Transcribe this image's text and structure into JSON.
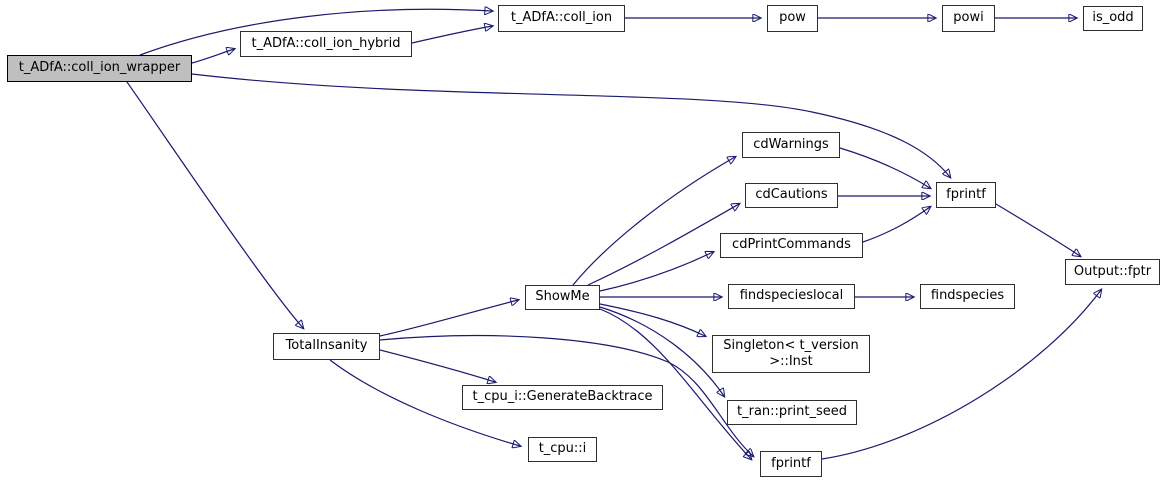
{
  "diagram": {
    "type": "call-graph",
    "edge_color": "#191970",
    "node_fill": "#ffffff",
    "node_border_color": "#2f2f2f",
    "highlight_fill": "#bfbfbf",
    "nodes": [
      {
        "id": "coll-ion-wrapper",
        "label": "t_ADfA::coll_ion_wrapper",
        "highlighted": true
      },
      {
        "id": "coll-ion-hybrid",
        "label": "t_ADfA::coll_ion_hybrid",
        "highlighted": false
      },
      {
        "id": "coll-ion",
        "label": "t_ADfA::coll_ion",
        "highlighted": false
      },
      {
        "id": "pow",
        "label": "pow",
        "highlighted": false
      },
      {
        "id": "powi",
        "label": "powi",
        "highlighted": false
      },
      {
        "id": "is-odd",
        "label": "is_odd",
        "highlighted": false
      },
      {
        "id": "cd-warnings",
        "label": "cdWarnings",
        "highlighted": false
      },
      {
        "id": "cd-cautions",
        "label": "cdCautions",
        "highlighted": false
      },
      {
        "id": "cd-print-commands",
        "label": "cdPrintCommands",
        "highlighted": false
      },
      {
        "id": "findspecieslocal",
        "label": "findspecieslocal",
        "highlighted": false
      },
      {
        "id": "findspecies",
        "label": "findspecies",
        "highlighted": false
      },
      {
        "id": "show-me",
        "label": "ShowMe",
        "highlighted": false
      },
      {
        "id": "singleton-inst",
        "label": "Singleton< t_version >::Inst",
        "highlighted": false
      },
      {
        "id": "print-seed",
        "label": "t_ran::print_seed",
        "highlighted": false
      },
      {
        "id": "fprintf-top",
        "label": "fprintf",
        "highlighted": false
      },
      {
        "id": "fprintf-bottom",
        "label": "fprintf",
        "highlighted": false
      },
      {
        "id": "output-fptr",
        "label": "Output::fptr",
        "highlighted": false
      },
      {
        "id": "total-insanity",
        "label": "TotalInsanity",
        "highlighted": false
      },
      {
        "id": "generate-backtrace",
        "label": "t_cpu_i::GenerateBacktrace",
        "highlighted": false
      },
      {
        "id": "t-cpu-i",
        "label": "t_cpu::i",
        "highlighted": false
      }
    ],
    "edges": [
      {
        "from": "coll-ion-wrapper",
        "to": "coll-ion"
      },
      {
        "from": "coll-ion-wrapper",
        "to": "coll-ion-hybrid"
      },
      {
        "from": "coll-ion-wrapper",
        "to": "fprintf-top"
      },
      {
        "from": "coll-ion-wrapper",
        "to": "total-insanity"
      },
      {
        "from": "coll-ion-hybrid",
        "to": "coll-ion"
      },
      {
        "from": "coll-ion",
        "to": "pow"
      },
      {
        "from": "pow",
        "to": "powi"
      },
      {
        "from": "powi",
        "to": "is-odd"
      },
      {
        "from": "total-insanity",
        "to": "show-me"
      },
      {
        "from": "total-insanity",
        "to": "fprintf-bottom"
      },
      {
        "from": "total-insanity",
        "to": "generate-backtrace"
      },
      {
        "from": "total-insanity",
        "to": "t-cpu-i"
      },
      {
        "from": "show-me",
        "to": "cd-warnings"
      },
      {
        "from": "show-me",
        "to": "cd-cautions"
      },
      {
        "from": "show-me",
        "to": "cd-print-commands"
      },
      {
        "from": "show-me",
        "to": "findspecieslocal"
      },
      {
        "from": "show-me",
        "to": "singleton-inst"
      },
      {
        "from": "show-me",
        "to": "print-seed"
      },
      {
        "from": "show-me",
        "to": "fprintf-bottom"
      },
      {
        "from": "cd-warnings",
        "to": "fprintf-top"
      },
      {
        "from": "cd-cautions",
        "to": "fprintf-top"
      },
      {
        "from": "cd-print-commands",
        "to": "fprintf-top"
      },
      {
        "from": "fprintf-top",
        "to": "output-fptr"
      },
      {
        "from": "fprintf-bottom",
        "to": "output-fptr"
      },
      {
        "from": "findspecieslocal",
        "to": "findspecies"
      }
    ]
  }
}
